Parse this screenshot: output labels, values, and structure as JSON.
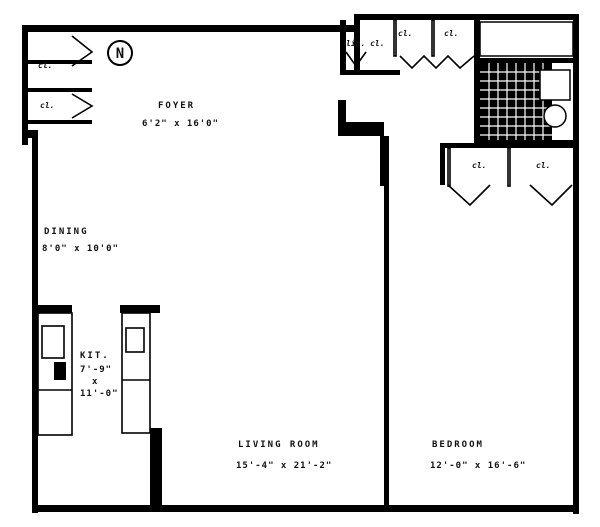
{
  "plan": {
    "rooms": {
      "foyer": {
        "name": "FOYER",
        "dims": "6'2\" x 16'0\""
      },
      "dining": {
        "name": "DINING",
        "dims": "8'0\" x 10'0\""
      },
      "kitchen": {
        "name": "KIT.",
        "dims_line1": "7'-9\"",
        "dims_line2": "x",
        "dims_line3": "11'-0\""
      },
      "living": {
        "name": "LIVING ROOM",
        "dims": "15'-4\" x 21'-2\""
      },
      "bedroom": {
        "name": "BEDROOM",
        "dims": "12'-0\" x 16'-6\""
      }
    },
    "closets": [
      "cl.",
      "cl.",
      "lin. cl.",
      "cl.",
      "cl.",
      "cl.",
      "cl."
    ],
    "compass": "N",
    "colors": {
      "wall": "#000000",
      "paper": "#ffffff"
    }
  }
}
